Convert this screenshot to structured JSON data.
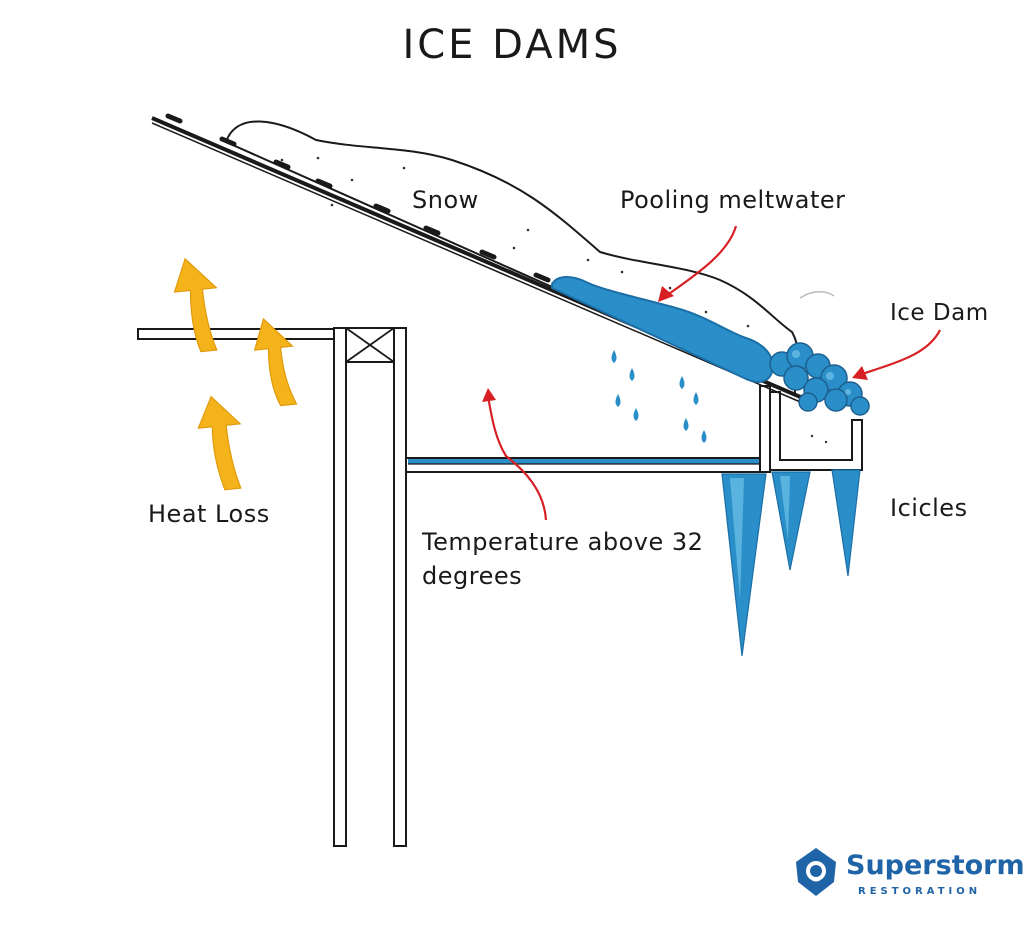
{
  "diagram": {
    "title": "ICE DAMS",
    "labels": {
      "snow": "Snow",
      "pooling": "Pooling meltwater",
      "ice_dam": "Ice Dam",
      "heat_loss": "Heat Loss",
      "temperature_line1": "Temperature above 32",
      "temperature_line2": "degrees",
      "icicles": "Icicles"
    }
  },
  "logo": {
    "name": "Superstorm",
    "tagline": "RESTORATION"
  },
  "colors": {
    "ink": "#1a1a1a",
    "ice_blue": "#2a8fc8",
    "ice_blue_dark": "#1c6fa6",
    "heat_orange": "#f5b31b",
    "arrow_red": "#d62024",
    "logo_blue": "#1f64a7"
  },
  "icons": [
    "heat-arrow-icon",
    "red-pointer-arrow-icon",
    "water-drop-icon",
    "superstorm-logo-icon"
  ]
}
